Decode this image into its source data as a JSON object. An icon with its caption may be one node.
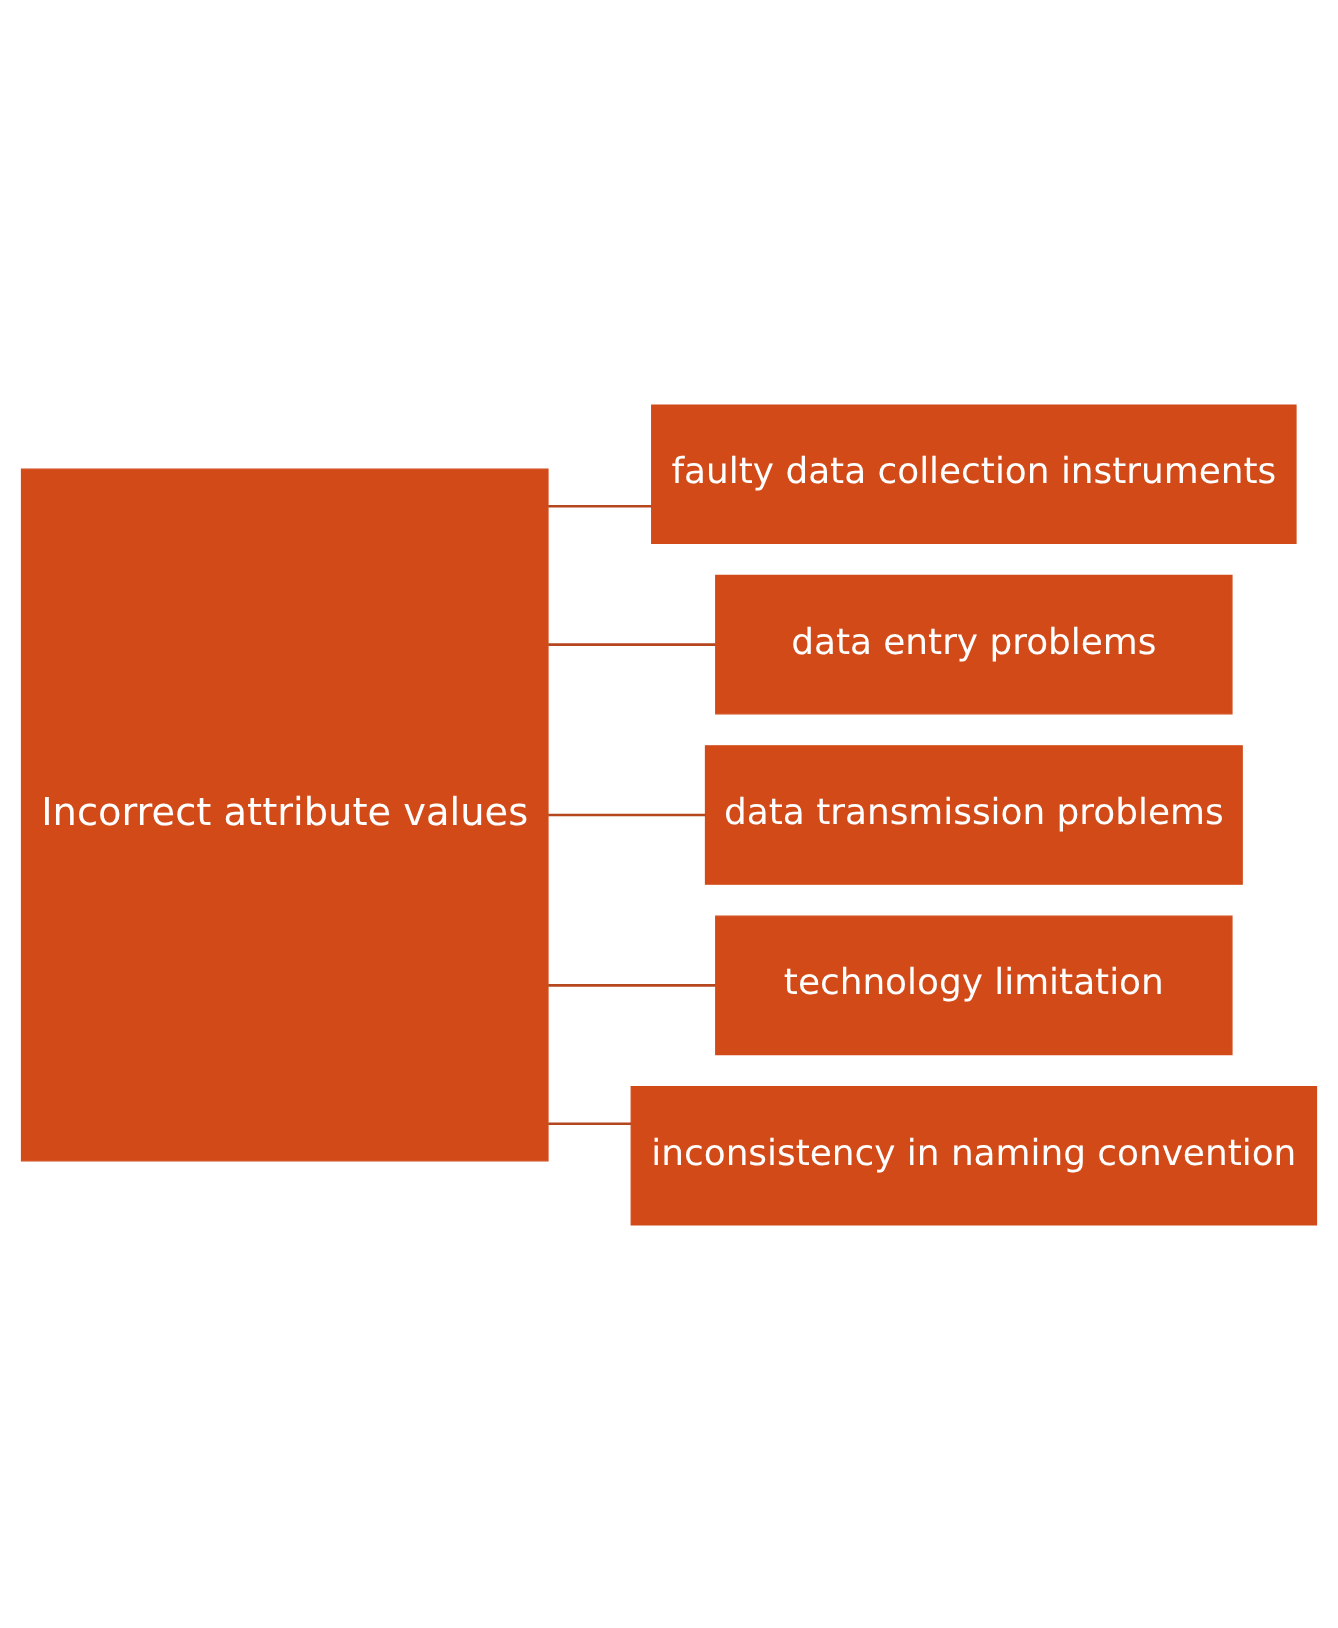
{
  "diagram": {
    "nodes": [
      {
        "text": [
          "Incorrect attribute values"
        ]
      },
      {
        "text": [
          "faulty data collection instruments"
        ]
      },
      {
        "text": [
          "data entry problems"
        ]
      },
      {
        "text": [
          "data transmission problems"
        ]
      },
      {
        "text": [
          "technology limitation"
        ]
      },
      {
        "text": [
          "inconsistency in naming convention"
        ]
      }
    ],
    "edges": [
      {
        "from": 0,
        "to": 1,
        "arrow": "none"
      },
      {
        "from": 0,
        "to": 2,
        "arrow": "none"
      },
      {
        "from": 0,
        "to": 3,
        "arrow": "none"
      },
      {
        "from": 0,
        "to": 4,
        "arrow": "none"
      },
      {
        "from": 0,
        "to": 5,
        "arrow": "none"
      }
    ]
  }
}
